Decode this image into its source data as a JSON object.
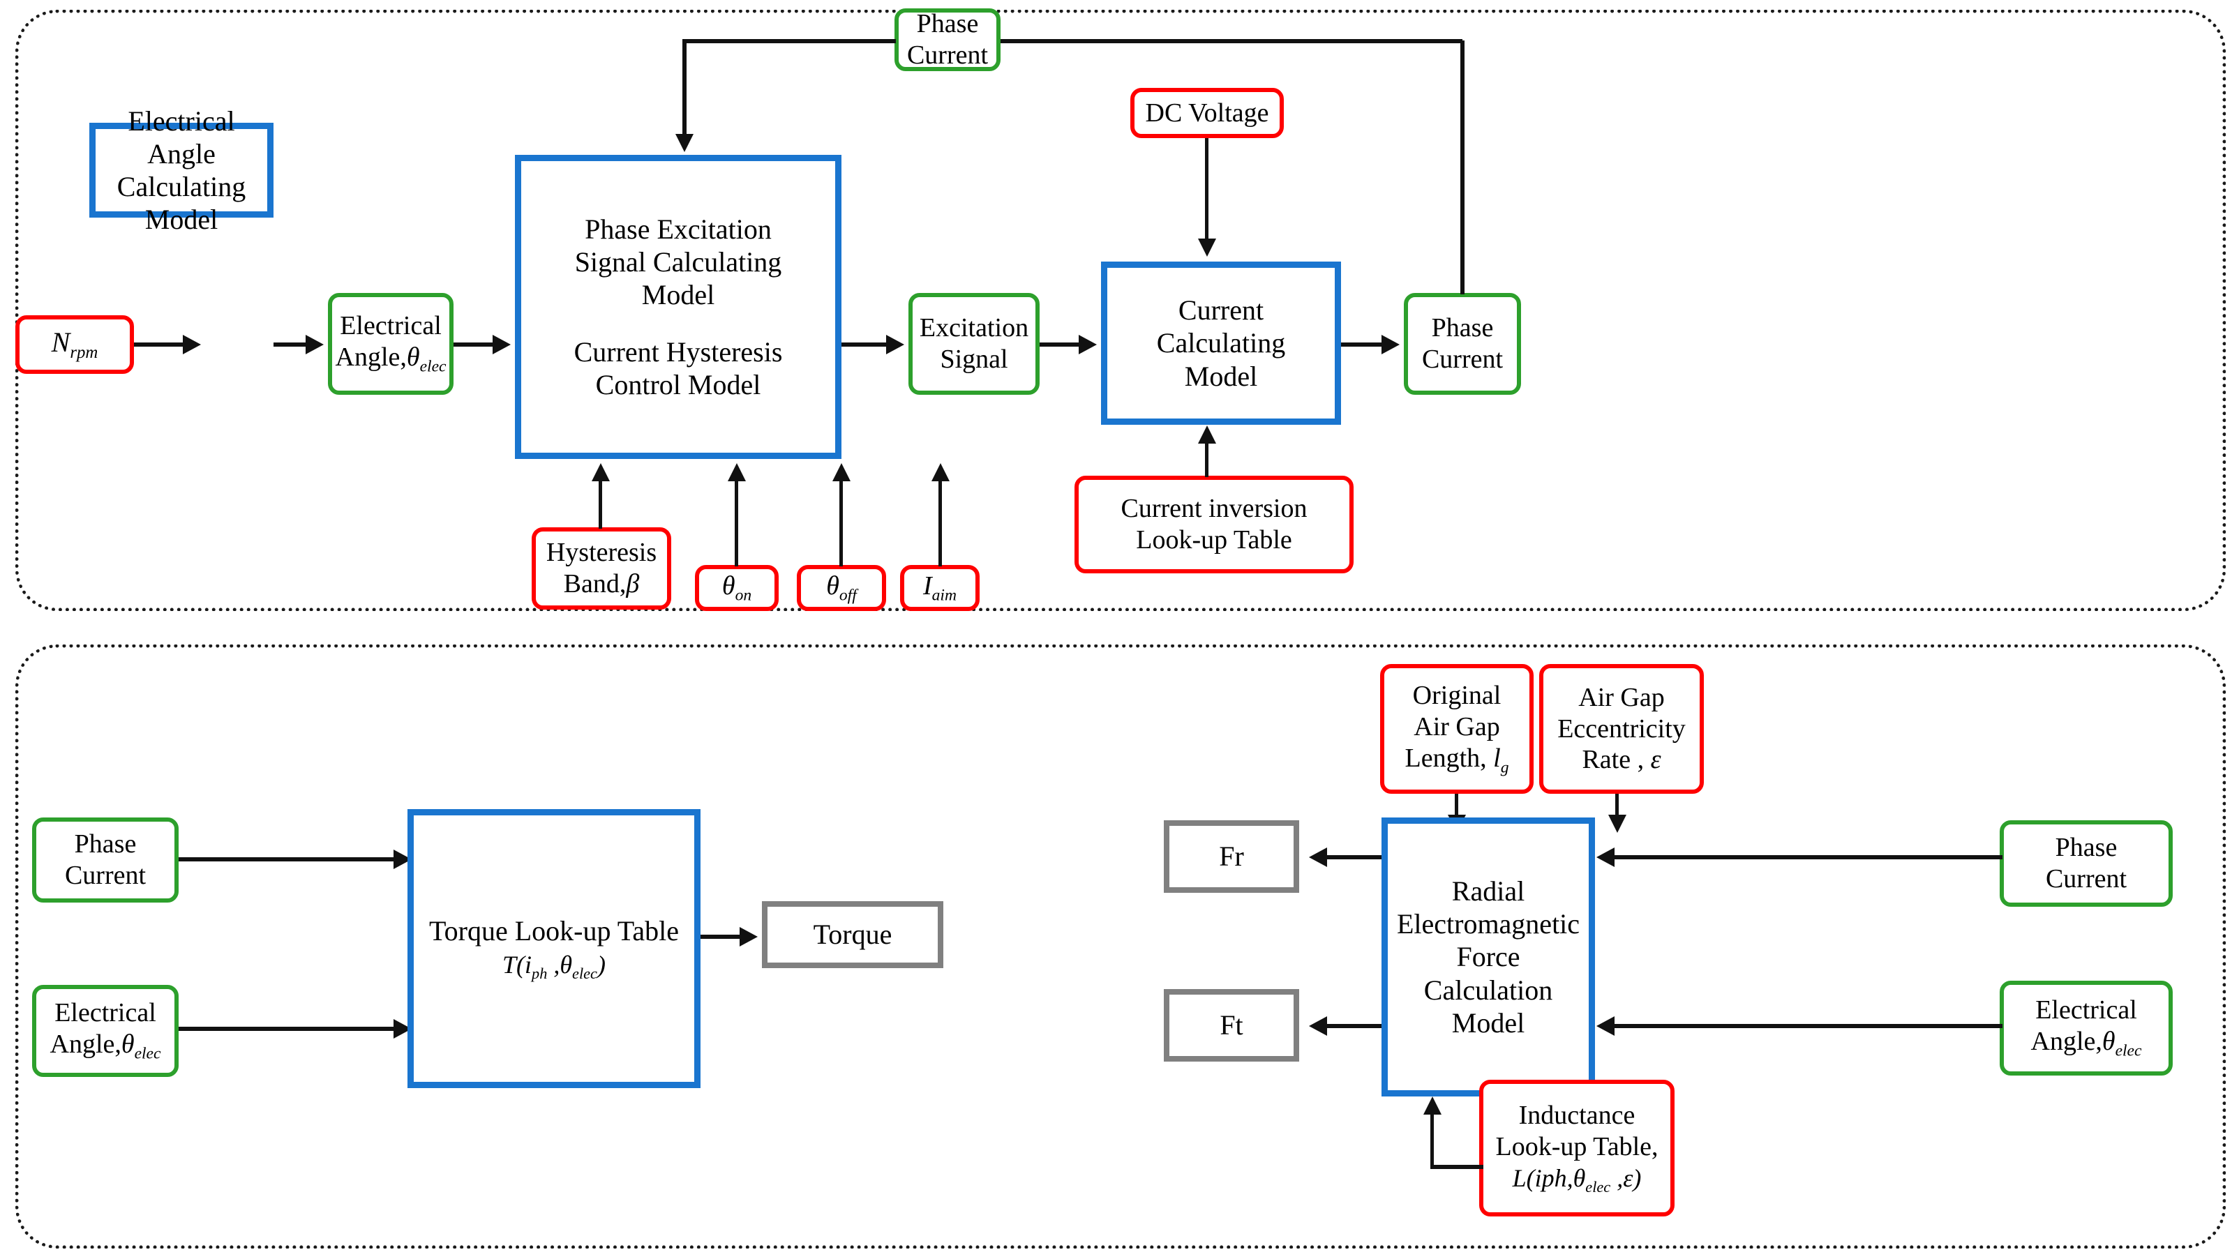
{
  "diagram": {
    "title": "SRM drive simulation block diagram",
    "colors": {
      "blue_model": "#1a75cf",
      "green_signal": "#2da02c",
      "red_parameter": "#ff0000",
      "gray_output": "#808080",
      "connector": "#111111",
      "panel_border": "#1a1a1a"
    }
  },
  "top_panel": {
    "nodes": {
      "n_rpm": "N",
      "n_rpm_sub": "rpm",
      "electrical_angle_model": "Electrical Angle Calculating Model",
      "electrical_angle_signal_l1": "Electrical",
      "electrical_angle_signal_l2": "Angle,",
      "theta": "θ",
      "theta_sub_elec": "elec",
      "phase_excitation_l1": "Phase Excitation",
      "phase_excitation_l2": "Signal Calculating",
      "phase_excitation_l3": "Model",
      "phase_excitation_l4": "Current Hysteresis",
      "phase_excitation_l5": "Control Model",
      "excitation_signal_l1": "Excitation",
      "excitation_signal_l2": "Signal",
      "current_calculating_l1": "Current Calculating",
      "current_calculating_l2": "Model",
      "phase_current_out_l1": "Phase",
      "phase_current_out_l2": "Current",
      "phase_current_fb_l1": "Phase",
      "phase_current_fb_l2": "Current",
      "dc_voltage": "DC Voltage",
      "current_inversion_l1": "Current inversion",
      "current_inversion_l2": "Look-up Table",
      "hysteresis_band_l1": "Hysteresis",
      "hysteresis_band_l2": "Band,",
      "beta": "β",
      "theta_on": "θ",
      "theta_on_sub": "on",
      "theta_off": "θ",
      "theta_off_sub": "off",
      "i_aim": "I",
      "i_aim_sub": "aim"
    }
  },
  "bottom_panel": {
    "nodes": {
      "phase_current_left_l1": "Phase",
      "phase_current_left_l2": "Current",
      "electrical_angle_left_l1": "Electrical",
      "electrical_angle_left_l2": "Angle,",
      "theta": "θ",
      "theta_sub_elec": "elec",
      "torque_lut_l1": "Torque Look-up Table",
      "torque_lut_formula_T": "T(i",
      "torque_lut_formula_iph_sub": "ph",
      "torque_lut_formula_mid": " ,θ",
      "torque_lut_formula_elec_sub": "elec",
      "torque_lut_formula_end": ")",
      "torque_output": "Torque",
      "fr_output": "Fr",
      "ft_output": "Ft",
      "radial_force_l1": "Radial Electromagnetic",
      "radial_force_l2": "Force Calculation",
      "radial_force_l3": "Model",
      "original_air_gap_l1": "Original",
      "original_air_gap_l2": "Air Gap",
      "original_air_gap_l3": "Length,",
      "l_g": "l",
      "l_g_sub": "g",
      "air_gap_ecc_l1": "Air Gap",
      "air_gap_ecc_l2": "Eccentricity",
      "air_gap_ecc_l3": "Rate ,",
      "epsilon": "ε",
      "inductance_lut_l1": "Inductance",
      "inductance_lut_l2": "Look-up Table,",
      "inductance_formula_L": "L(iph,θ",
      "inductance_formula_sub": "elec",
      "inductance_formula_end": " ,ε)",
      "phase_current_right_l1": "Phase",
      "phase_current_right_l2": "Current",
      "electrical_angle_right_l1": "Electrical",
      "electrical_angle_right_l2": "Angle,"
    }
  }
}
